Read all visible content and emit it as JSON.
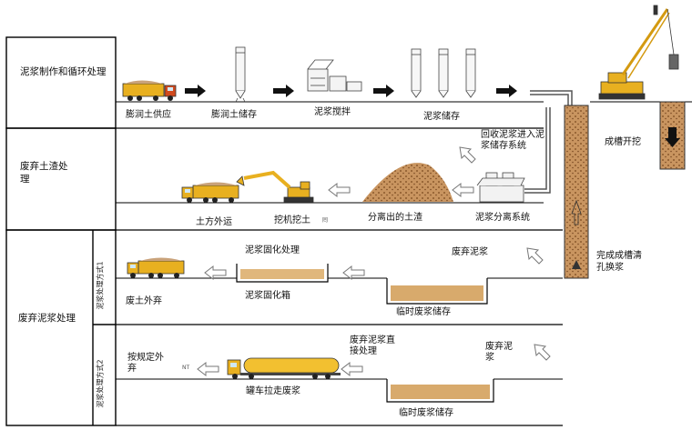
{
  "sections": {
    "circulation": "泥浆制作和循环处理",
    "soil": "废弃土渣处理",
    "slurry": "废弃泥浆处理",
    "method1": "泥浆处理方式1",
    "method2": "泥浆处理方式2"
  },
  "row1": {
    "supply": "膨润土供应",
    "storage": "膨润土储存",
    "mixing": "泥浆搅拌",
    "slurry_storage": "泥浆储存",
    "trench": "成槽开挖"
  },
  "row2": {
    "recover": "回收泥浆进入泥浆储存系统",
    "separation": "泥浆分离系统",
    "separated_soil": "分离出的土渣",
    "excavator": "挖机挖土",
    "transport": "土方外运",
    "mark": "囘"
  },
  "row3": {
    "waste_slurry": "废弃泥浆",
    "finish": "完成成槽清孔换浆",
    "solidify_process": "泥浆固化处理",
    "solidify_tank": "泥浆固化箱",
    "temp_storage": "临时废浆储存",
    "soil_out": "废土外弃"
  },
  "row4": {
    "waste_slurry": "废弃泥浆",
    "direct": "废弃泥浆直接处理",
    "tanker": "罐车拉走废浆",
    "regulation": "按规定外弃",
    "temp_storage": "临时废浆储存",
    "nt": "NT"
  },
  "colors": {
    "mud_fill": "#c89a64",
    "mud_light": "#e9c98f",
    "truck_yellow": "#e8b020",
    "line": "#000000",
    "arrow_dark": "#111111"
  }
}
